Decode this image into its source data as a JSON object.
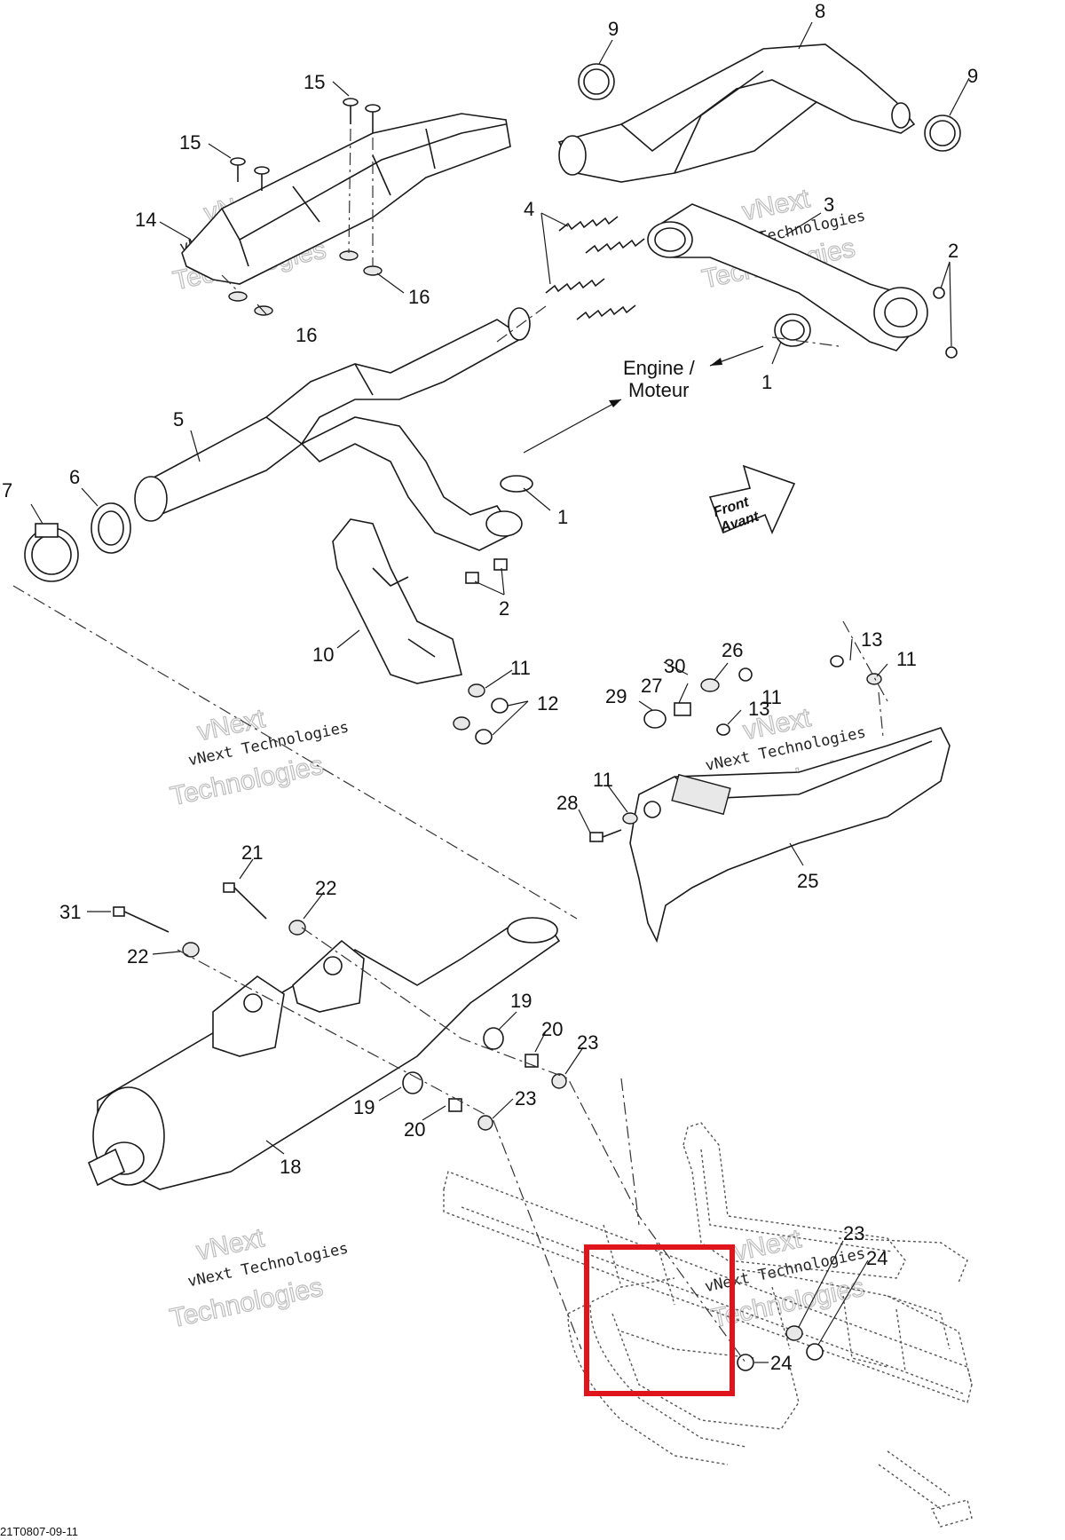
{
  "diagram": {
    "reference_code": "21T0807-09-11",
    "engine_label_line1": "Engine /",
    "engine_label_line2": "Moteur",
    "front_label_line1": "Front",
    "front_label_line2": "Avant",
    "watermark_line1": "vNext",
    "watermark_line2": "vNext Technologies",
    "watermark_line3": "Technologies",
    "highlight_color": "#e0141b",
    "callouts": {
      "c1a": "1",
      "c1b": "1",
      "c2a": "2",
      "c2b": "2",
      "c3": "3",
      "c5": "5",
      "c6": "6",
      "c7": "7",
      "c8": "8",
      "c9a": "9",
      "c9b": "9",
      "c10": "10",
      "c11a": "11",
      "c11b": "11",
      "c11c": "11",
      "c11d": "11",
      "c12": "12",
      "c13a": "13",
      "c13b": "13",
      "c14": "14",
      "c15a": "15",
      "c15b": "15",
      "c16a": "16",
      "c16b": "16",
      "c18": "18",
      "c19a": "19",
      "c19b": "19",
      "c20a": "20",
      "c20b": "20",
      "c21": "21",
      "c22a": "22",
      "c22b": "22",
      "c23a": "23",
      "c23b": "23",
      "c23c": "23",
      "c24a": "24",
      "c24b": "24",
      "c25": "25",
      "c26": "26",
      "c27": "27",
      "c28": "28",
      "c29": "29",
      "c30": "30",
      "c31": "31"
    }
  }
}
